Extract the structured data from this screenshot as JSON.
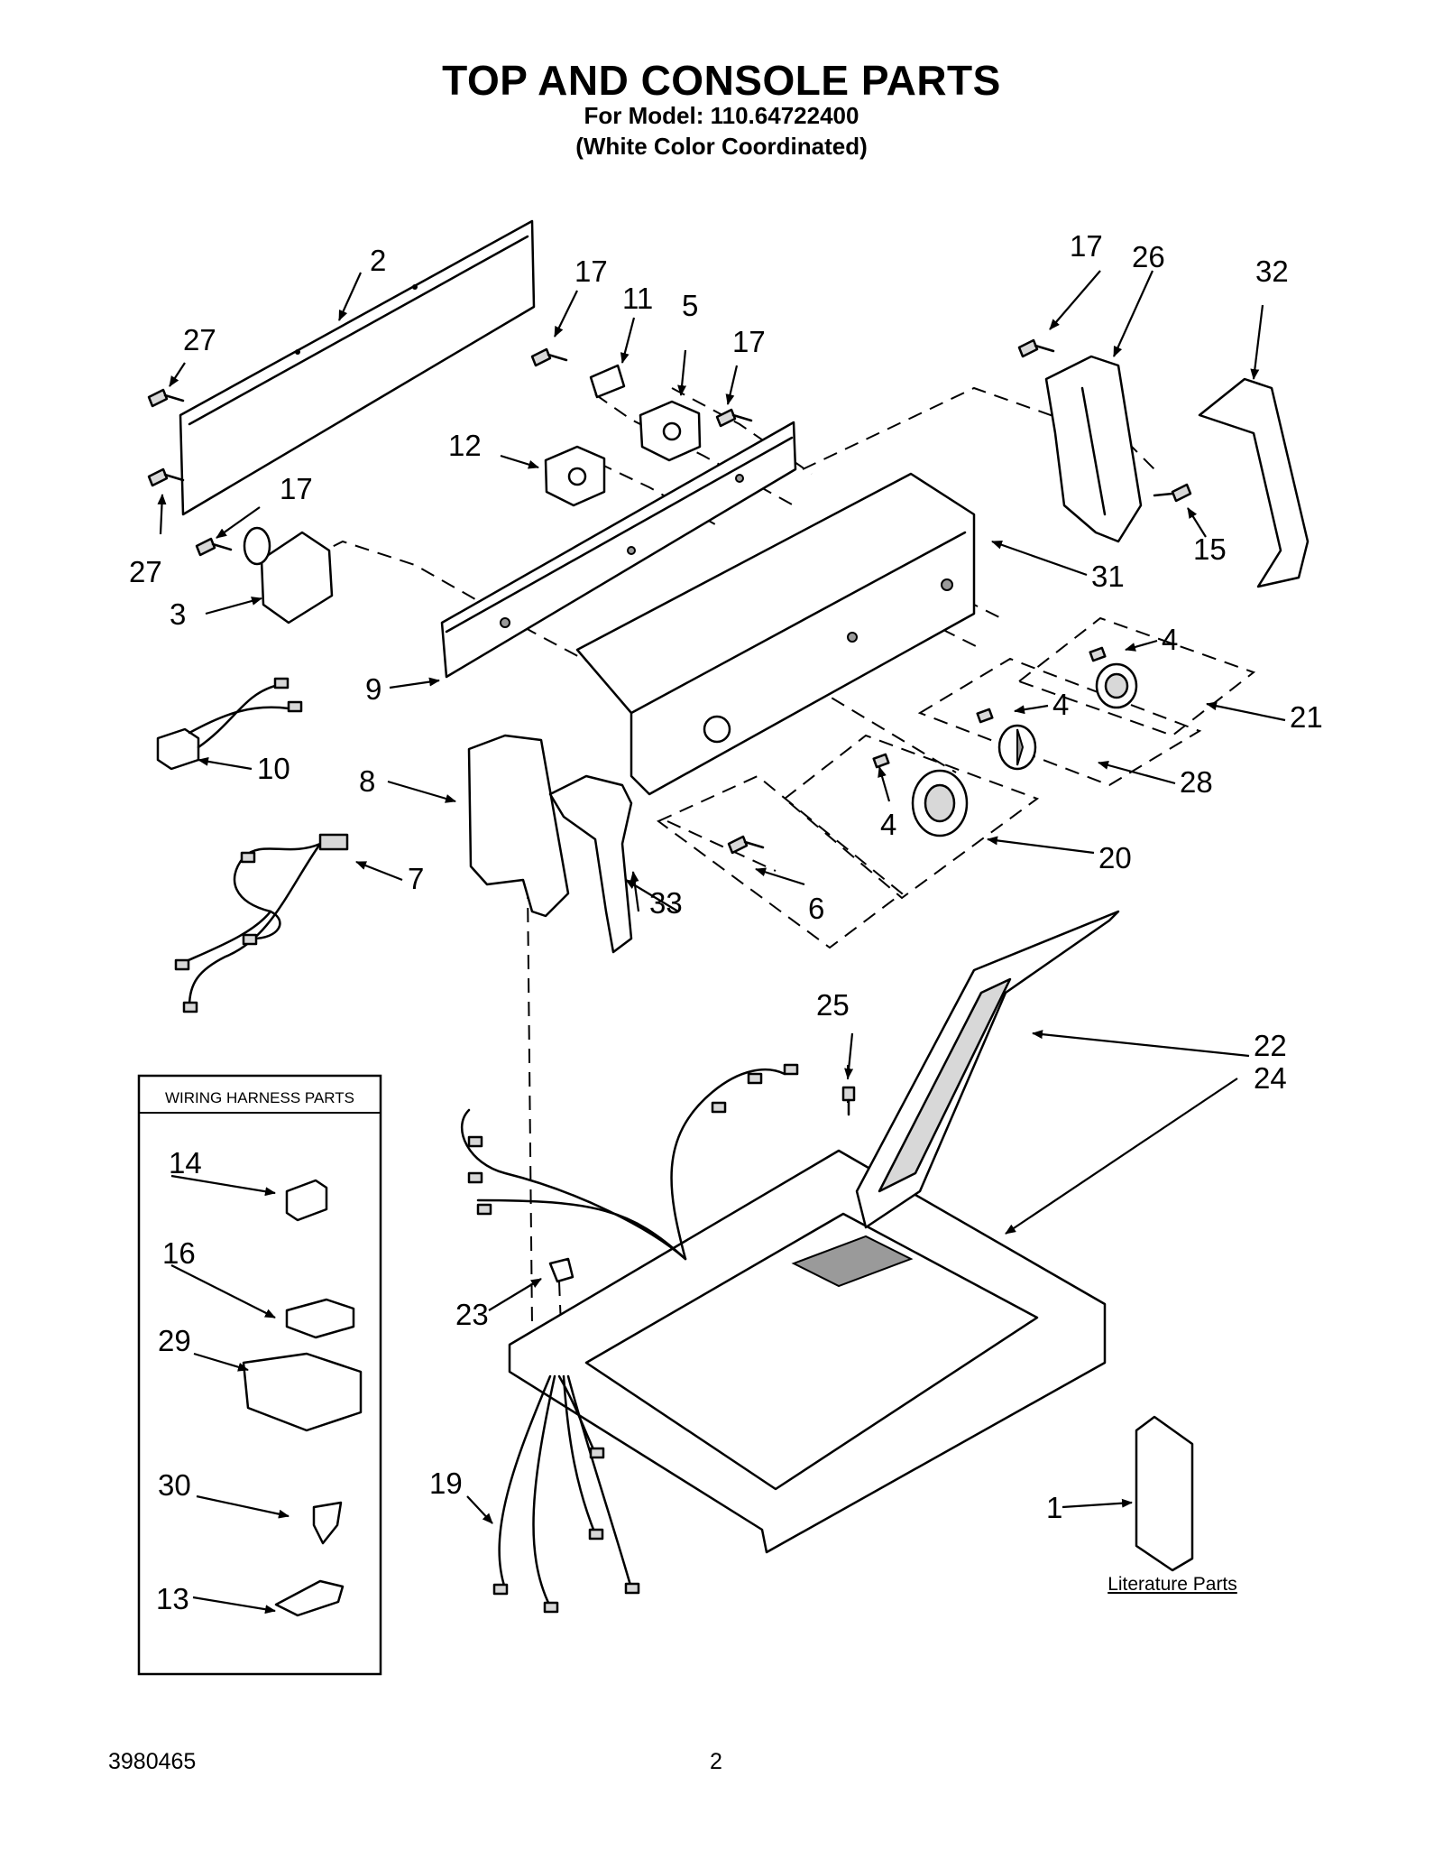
{
  "header": {
    "title": "TOP AND CONSOLE PARTS",
    "model": "For Model: 110.64722400",
    "color": "(White Color Coordinated)"
  },
  "wiring_box": {
    "title": "WIRING HARNESS PARTS"
  },
  "literature": {
    "label": "Literature Parts"
  },
  "callouts": [
    "1",
    "2",
    "3",
    "4",
    "4",
    "4",
    "5",
    "6",
    "7",
    "8",
    "9",
    "10",
    "11",
    "12",
    "13",
    "14",
    "15",
    "16",
    "17",
    "17",
    "17",
    "17",
    "19",
    "20",
    "21",
    "22",
    "23",
    "24",
    "25",
    "26",
    "27",
    "27",
    "28",
    "29",
    "30",
    "31",
    "32",
    "33"
  ],
  "footer": {
    "doc_number": "3980465",
    "page_number": "2"
  }
}
